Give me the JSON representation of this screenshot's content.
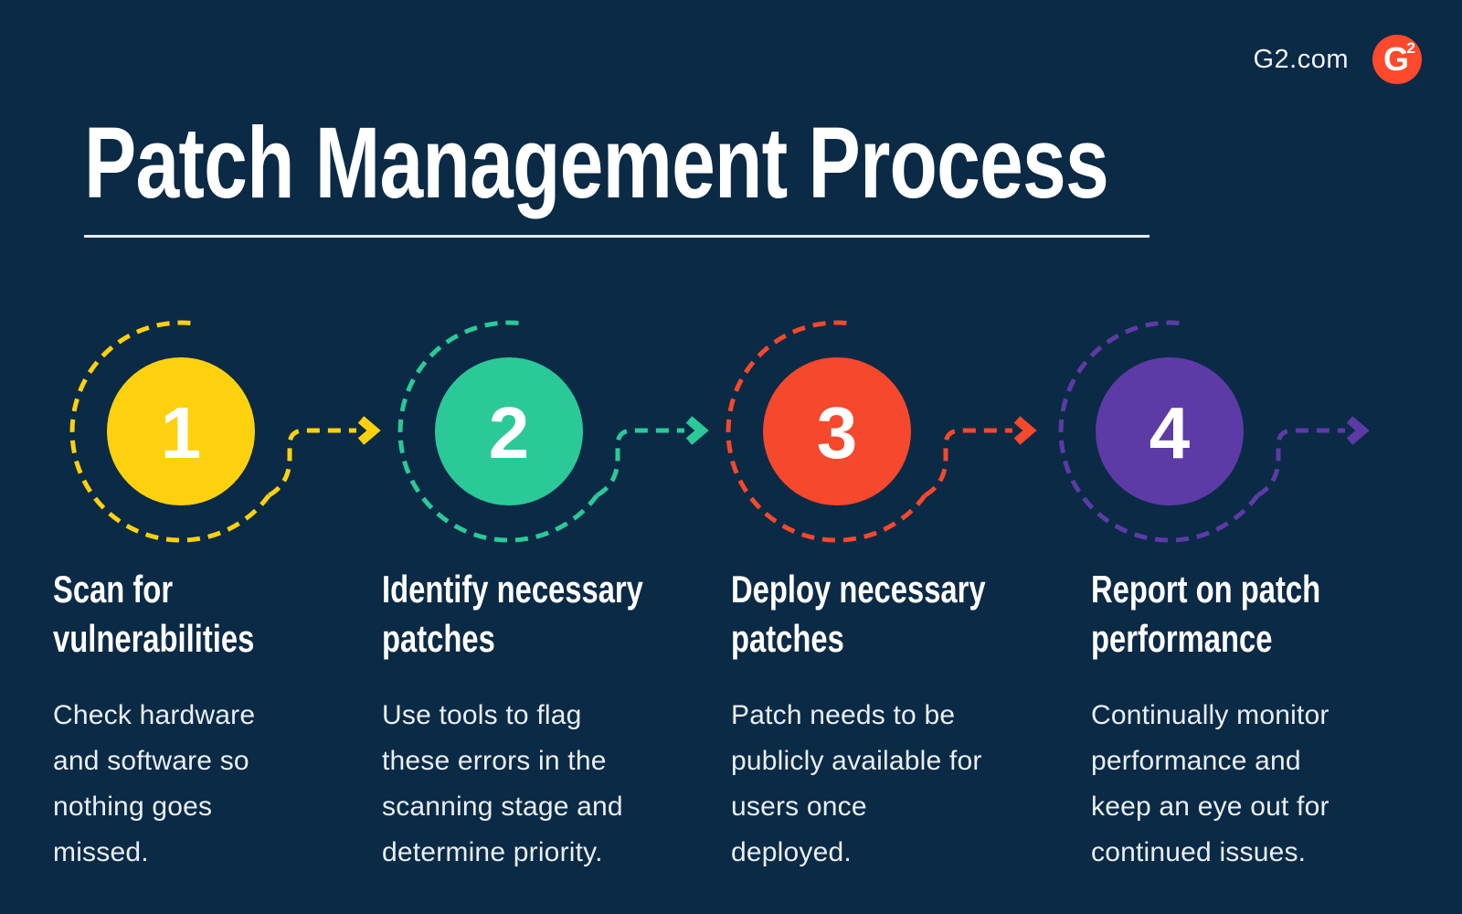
{
  "background_color": "#0B2A46",
  "brand": {
    "site_label": "G2.com",
    "logo_letter": "G",
    "logo_superscript": "2",
    "logo_color": "#FF492C"
  },
  "title": "Patch Management Process",
  "steps": [
    {
      "number": "1",
      "color": "#FDD10E",
      "heading": "Scan for\nvulnerabilities",
      "body": "Check hardware\nand software so\nnothing goes\nmissed."
    },
    {
      "number": "2",
      "color": "#2BC998",
      "heading": "Identify necessary\npatches",
      "body": "Use tools to flag\nthese errors in the\nscanning stage and\ndetermine priority."
    },
    {
      "number": "3",
      "color": "#F5482C",
      "heading": "Deploy necessary\npatches",
      "body": "Patch needs to be\npublicly available for\nusers once\ndeployed."
    },
    {
      "number": "4",
      "color": "#5C3BA6",
      "heading": "Report on patch\nperformance",
      "body": "Continually monitor\nperformance and\nkeep an eye out for\ncontinued issues."
    }
  ]
}
